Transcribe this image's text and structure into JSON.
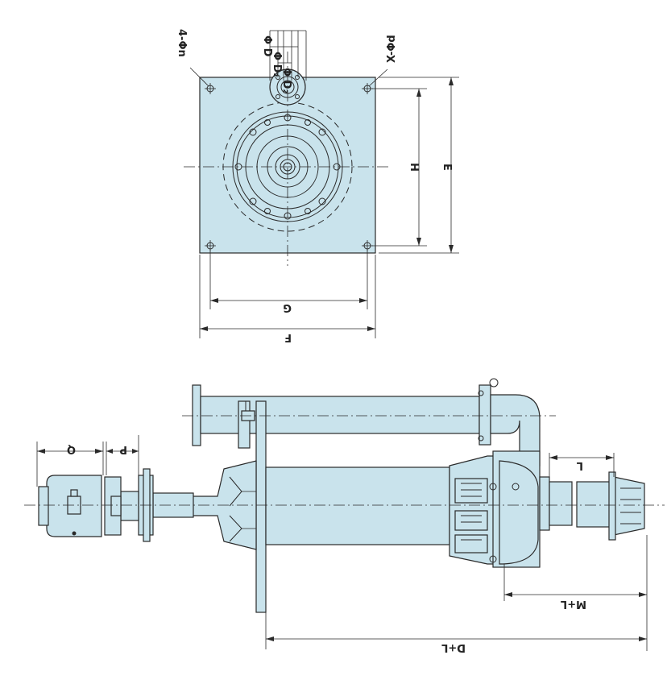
{
  "labels": {
    "n_holes": "4-Φn",
    "x_holes": "X-Φd",
    "phi_d": "Φ D",
    "phi_d1": "Φ D₁",
    "phi_d2": "Φ D₂",
    "dim_h": "H",
    "dim_e": "E",
    "dim_g": "G",
    "dim_f": "F",
    "dim_q": "Q",
    "dim_p": "P",
    "dim_l": "L",
    "dim_ml": "M+L",
    "dim_dl": "D+L"
  },
  "colors": {
    "part_fill": "#c9e3ec",
    "line": "#2a2a2a"
  }
}
